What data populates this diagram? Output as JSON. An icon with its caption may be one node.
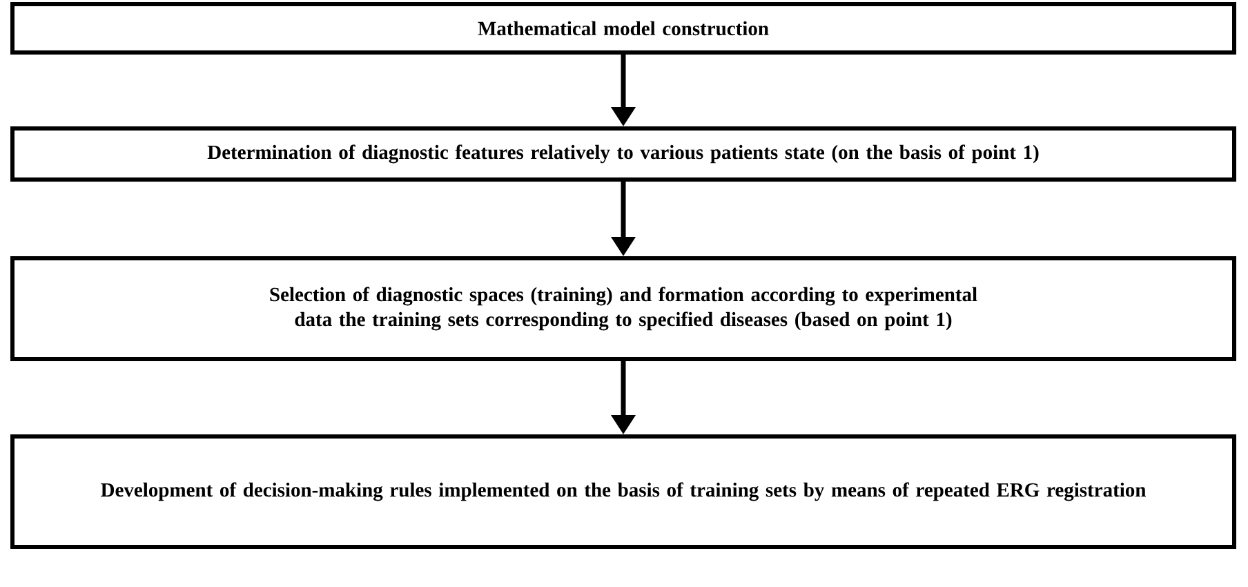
{
  "diagram": {
    "nodes": [
      {
        "text": [
          "Mathematical model construction"
        ]
      },
      {
        "text": [
          "Determination of diagnostic features relatively to various patients state (on the basis of point 1)"
        ]
      },
      {
        "text": [
          "Selection of diagnostic spaces (training) and formation according to experimental data the training sets corresponding to specified diseases (based on point 1)"
        ]
      },
      {
        "text": [
          "Development of decision-making rules implemented on the basis of training sets by means of repeated ERG registration"
        ]
      }
    ],
    "edges": [
      {
        "from": 0,
        "to": 1,
        "arrow": "to"
      },
      {
        "from": 1,
        "to": 2,
        "arrow": "to"
      },
      {
        "from": 2,
        "to": 3,
        "arrow": "to"
      }
    ]
  }
}
